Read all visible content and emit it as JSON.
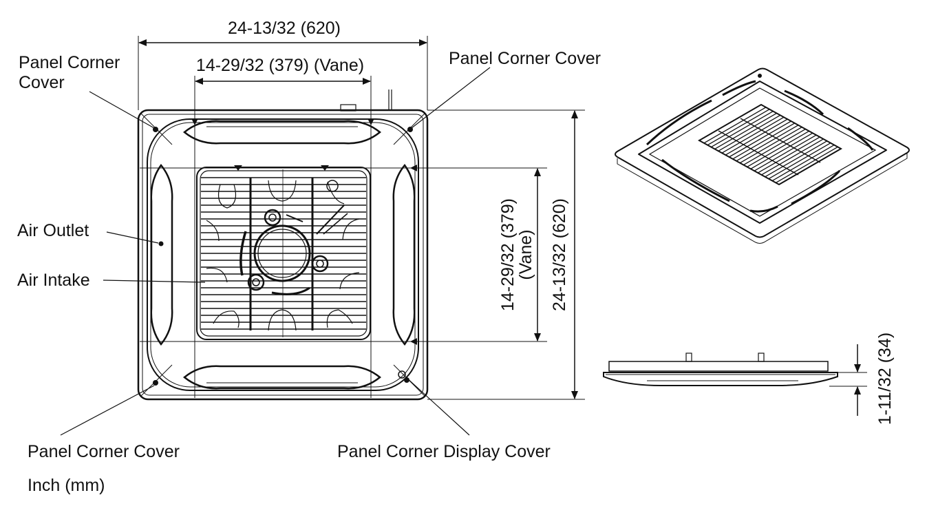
{
  "labels": {
    "panel_corner_cover_top_left_line1": "Panel Corner",
    "panel_corner_cover_top_left_line2": "Cover",
    "panel_corner_cover_top_right": "Panel Corner Cover",
    "air_outlet": "Air Outlet",
    "air_intake": "Air Intake",
    "panel_corner_cover_bottom_left": "Panel Corner Cover",
    "panel_corner_display_cover": "Panel Corner Display Cover",
    "units": "Inch (mm)"
  },
  "dimensions": {
    "overall_width": "24-13/32 (620)",
    "vane_width": "14-29/32 (379) (Vane)",
    "vane_height_line1": "14-29/32 (379)",
    "vane_height_line2": "(Vane)",
    "overall_height": "24-13/32 (620)",
    "panel_thickness": "1-11/32 (34)"
  },
  "colors": {
    "line": "#111111",
    "background": "#ffffff"
  }
}
